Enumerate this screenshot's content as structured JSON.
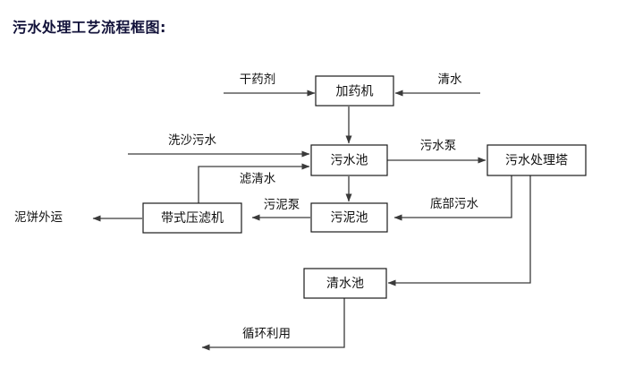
{
  "title": "污水处理工艺流程框图:",
  "theme": {
    "background": "#ffffff",
    "title_color": "#12123a",
    "box_stroke": "#1a1a1a",
    "box_fill": "#ffffff",
    "line_color": "#3a3a3a",
    "text_color": "#111111"
  },
  "nodes": [
    {
      "id": "dosing_machine",
      "label": "加药机"
    },
    {
      "id": "sewage_pool",
      "label": "污水池"
    },
    {
      "id": "treatment_tower",
      "label": "污水处理塔"
    },
    {
      "id": "belt_filter_press",
      "label": "带式压滤机"
    },
    {
      "id": "sludge_pool",
      "label": "污泥池"
    },
    {
      "id": "clean_water_pool",
      "label": "清水池"
    }
  ],
  "edge_labels": [
    {
      "id": "dry_reagent",
      "label": "干药剂"
    },
    {
      "id": "clean_water_in",
      "label": "清水"
    },
    {
      "id": "sand_wash_sewage",
      "label": "洗沙污水"
    },
    {
      "id": "filtrate_water",
      "label": "滤清水"
    },
    {
      "id": "sewage_pump",
      "label": "污水泵"
    },
    {
      "id": "sludge_pump",
      "label": "污泥泵"
    },
    {
      "id": "bottom_sewage",
      "label": "底部污水"
    },
    {
      "id": "mud_cake_out",
      "label": "泥饼外运"
    },
    {
      "id": "recycle_use",
      "label": "循环利用"
    }
  ]
}
